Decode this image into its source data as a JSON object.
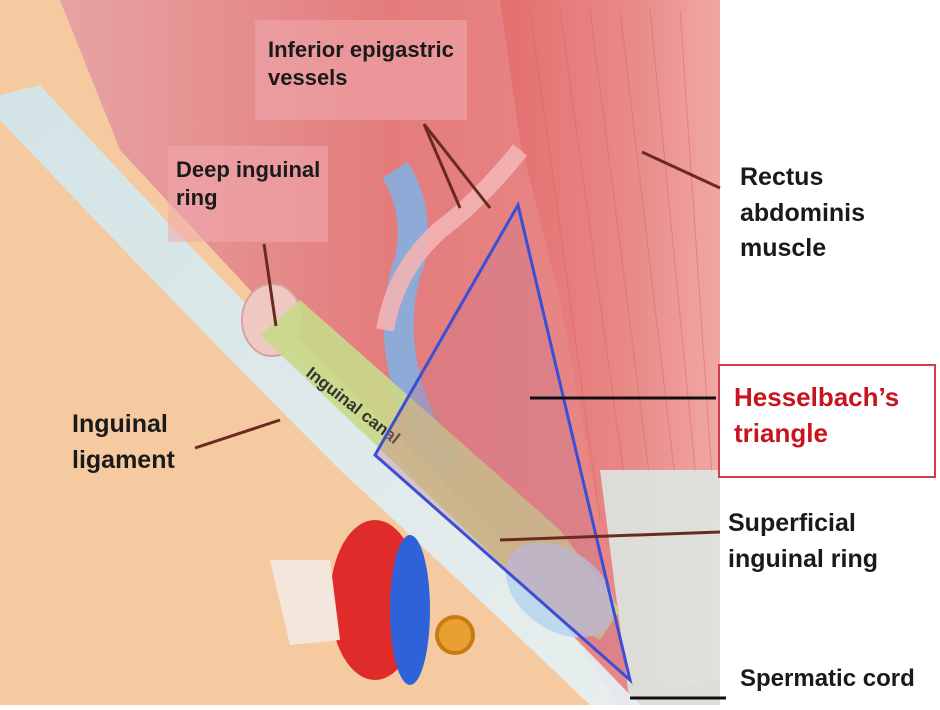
{
  "labels": {
    "inferior_epigastric": [
      "Inferior epigastric",
      "vessels"
    ],
    "deep_ring": [
      "Deep inguinal",
      "ring"
    ],
    "rectus": [
      "Rectus",
      "abdominis",
      "muscle"
    ],
    "hesselbach": [
      "Hesselbach’s",
      "triangle"
    ],
    "inguinal_ligament": [
      "Inguinal",
      "ligament"
    ],
    "superficial_ring": [
      "Superficial",
      "inguinal ring"
    ],
    "spermatic_cord": "Spermatic cord",
    "inguinal_canal": "Inguinal canal"
  },
  "colors": {
    "muscle": "#e88f8f",
    "skin": "#f6caa0",
    "triangle_outline": "#3a4fd6",
    "highlight_label": "#c8141e",
    "canal": "#c9d98a"
  }
}
